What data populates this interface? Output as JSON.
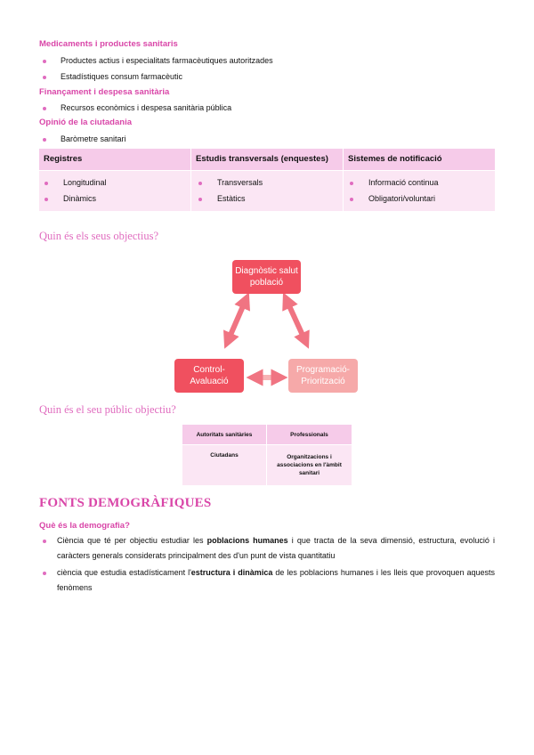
{
  "section1": {
    "heading": "Medicaments i productes sanitaris",
    "items": [
      "Productes actius i especialitats farmacèutiques autoritzades",
      "Estadístiques consum farmacèutic"
    ]
  },
  "section2": {
    "heading": "Finançament i despesa sanitària",
    "items": [
      "Recursos econòmics i despesa sanitària pública"
    ]
  },
  "section3": {
    "heading": "Opinió de la ciutadania",
    "items": [
      "Baròmetre sanitari"
    ]
  },
  "table1": {
    "columns": [
      {
        "header": "Registres",
        "items": [
          "Longitudinal",
          "Dinàmics"
        ]
      },
      {
        "header": "Estudis transversals (enquestes)",
        "items": [
          "Transversals",
          "Estàtics"
        ]
      },
      {
        "header": "Sistemes de notificació",
        "items": [
          "Informació continua",
          "Obligatori/voluntari"
        ]
      }
    ]
  },
  "objectives_heading": "Quin és els seus objectius?",
  "diagram": {
    "node_top": "Diagnòstic salut població",
    "node_left": "Control-Avaluació",
    "node_right": "Programació-Priorització",
    "colors": {
      "top": "#f0505f",
      "left": "#f0505f",
      "right": "#f6a9a9",
      "arrow": "#f07482"
    }
  },
  "audience_heading": "Quin és el seu públic objectiu?",
  "table2": {
    "cells": [
      [
        "Autoritats sanitàries",
        "Professionals"
      ],
      [
        "Ciutadans",
        "Organitzacions i associacions en l'àmbit sanitari"
      ]
    ]
  },
  "demographic": {
    "title": "FONTS DEMOGRÀFIQUES",
    "subheading": "Què és la demografia?",
    "p1_a": "Ciència que té per objectiu estudiar les ",
    "p1_b": "poblacions humanes",
    "p1_c": " i que tracta de la seva dimensió, estructura, evolució i caràcters generals considerats principalment des d'un punt de vista quantitatiu",
    "p2_a": "ciència que estudia estadísticament l'",
    "p2_b": "estructura i dinàmica",
    "p2_c": " de les poblacions humanes i les lleis que provoquen aquests fenòmens"
  }
}
